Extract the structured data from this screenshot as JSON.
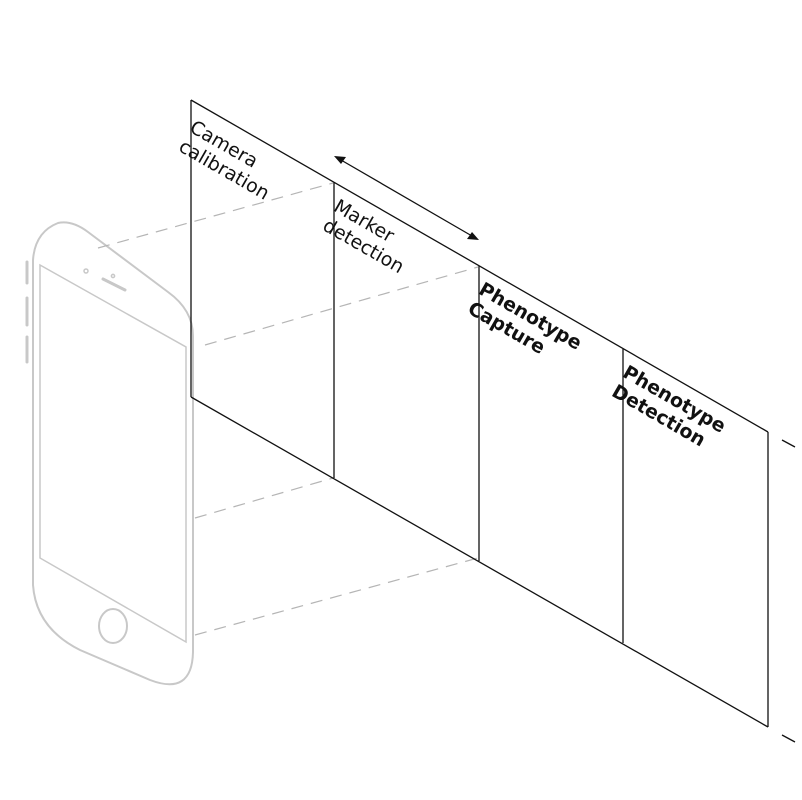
{
  "diagram": {
    "stages": [
      {
        "lines": [
          "Camera",
          "calibration"
        ],
        "bold": false
      },
      {
        "lines": [
          "Marker",
          "detection"
        ],
        "bold": false
      },
      {
        "lines": [
          "Phenotype",
          "Capture"
        ],
        "bold": true
      },
      {
        "lines": [
          "Phenotype",
          "Detection"
        ],
        "bold": true
      }
    ],
    "colors": {
      "ink": "#111111",
      "phone_outline": "#c8c8c8",
      "projection_dash": "#b5b5b5"
    },
    "icons": [
      "smartphone-icon",
      "double-arrow-icon"
    ]
  }
}
